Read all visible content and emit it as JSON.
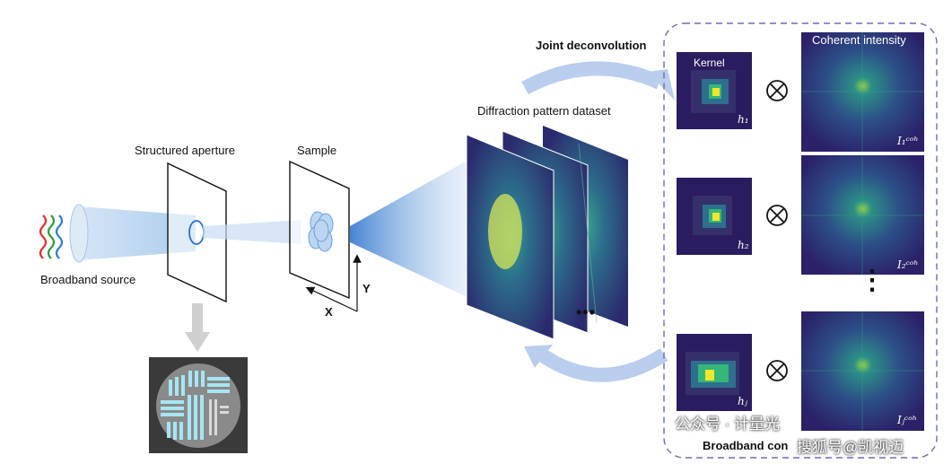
{
  "labels": {
    "joint_deconvolution": "Joint deconvolution",
    "diffraction_dataset": "Diffraction pattern dataset",
    "structured_aperture": "Structured aperture",
    "sample": "Sample",
    "broadband_source": "Broadband source",
    "axis_x": "X",
    "axis_y": "Y",
    "kernel": "Kernel",
    "coherent_intensity": "Coherent intensity",
    "broadband_bottom": "Broadband con",
    "convolve_symbol": "⊗",
    "stack_ellipsis": "•••",
    "vertical_ellipsis": "⋮"
  },
  "kernels": [
    {
      "label": "h₁"
    },
    {
      "label": "h₂"
    },
    {
      "label": "hⱼ"
    }
  ],
  "coherent": [
    {
      "label": "I₁ᶜᵒʰ"
    },
    {
      "label": "I₂ᶜᵒʰ"
    },
    {
      "label": "Iⱼᶜᵒʰ"
    }
  ],
  "watermark": {
    "left": "公众号 · 计量光",
    "right": "搜狐号@凯视迈"
  },
  "colors": {
    "beam": "#6aa6e0",
    "arrow": "#b9cdec",
    "viridis_dark": "#2a1a5e",
    "viridis_yellow": "#f2e62a",
    "dash_border": "#6a6fb0"
  }
}
